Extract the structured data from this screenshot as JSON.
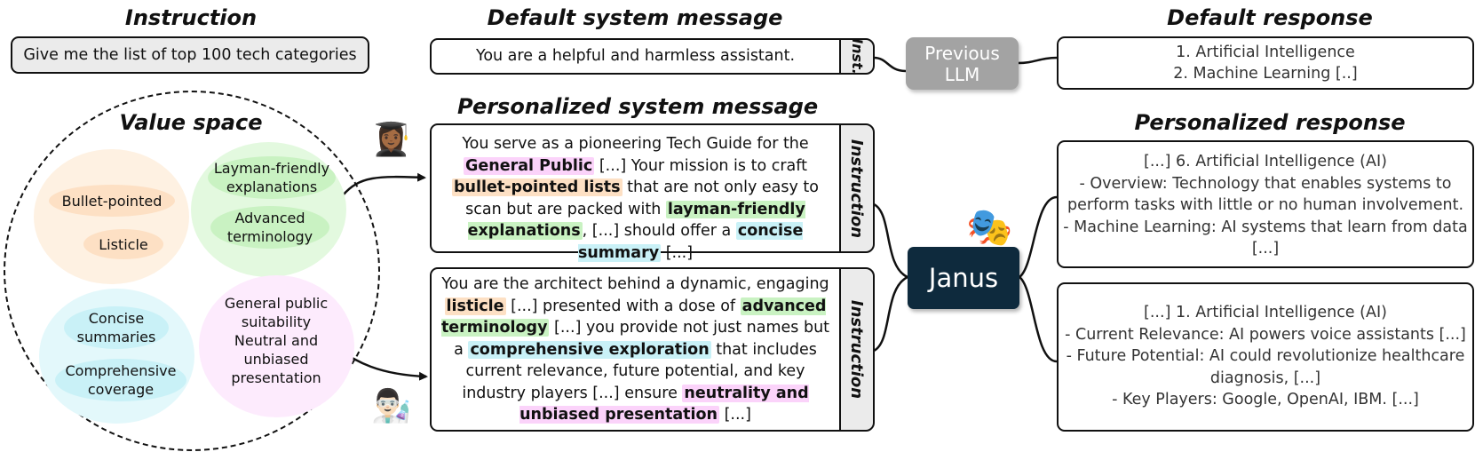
{
  "titles": {
    "instruction": "Instruction",
    "default_system": "Default system message",
    "default_response": "Default response",
    "value_space": "Value space",
    "personalized_system": "Personalized system message",
    "personalized_response": "Personalized response"
  },
  "instruction_text": "Give me the list of top 100 tech categories",
  "default_system_text": "You are a helpful and harmless assistant.",
  "tab_short": "Inst.",
  "tab_long": "Instruction",
  "previous_llm": {
    "line1": "Previous",
    "line2": "LLM"
  },
  "default_response": {
    "line1": "1. Artificial Intelligence",
    "line2": "2. Machine Learning [..]"
  },
  "value_space": {
    "orange": [
      "Bullet-pointed",
      "Listicle"
    ],
    "green": [
      "Layman-friendly explanations",
      "Advanced terminology"
    ],
    "cyan": [
      "Concise summaries",
      "Comprehensive coverage"
    ],
    "pink": {
      "line1": "General public",
      "line2": "suitability",
      "line3": "Neutral and unbiased",
      "line4": "presentation"
    }
  },
  "emoji": {
    "grad": "👩🏾‍🎓",
    "scientist": "👨🏻‍🔬",
    "masks": "🎭"
  },
  "msg1": {
    "p1": "You serve as a pioneering Tech Guide for the",
    "h1": "General Public",
    "p2": " [...] Your mission is to craft ",
    "h2": "bullet-pointed lists",
    "p3": " that are not only easy to scan but are packed with ",
    "h3": "layman-friendly explanations",
    "p4": ", [...] should offer a ",
    "h4": "concise summary",
    "p5": " [...]"
  },
  "msg2": {
    "p1": "You are the architect behind a dynamic, engaging ",
    "h1": "listicle",
    "p2": "  [...] presented with a dose of ",
    "h2": "advanced terminology",
    "p3": " [...] you provide not just names but a ",
    "h3": "comprehensive exploration",
    "p4": " that includes current relevance, future potential, and key industry players [...] ensure ",
    "h4": "neutrality and unbiased presentation",
    "p5": " [...]"
  },
  "janus": "Janus",
  "response1": [
    "[...] 6. Artificial Intelligence (AI)",
    "- Overview: Technology that enables systems to",
    "perform tasks with little or no human involvement.",
    "- Machine Learning: AI systems that learn from data",
    "[...]"
  ],
  "response2": [
    "[...] 1. Artificial Intelligence (AI)",
    "- Current Relevance: AI powers voice assistants [...]",
    "- Future Potential: AI could revolutionize healthcare",
    "diagnosis, [...]",
    "- Key Players: Google, OpenAI, IBM. [...]"
  ],
  "colors": {
    "orange": "#fde0c4",
    "green": "#c9f2c2",
    "cyan": "#c9f1f7",
    "pink": "#fbd3fa",
    "llm_gray": "#a3a3a3",
    "janus_navy": "#0e2a3d"
  }
}
